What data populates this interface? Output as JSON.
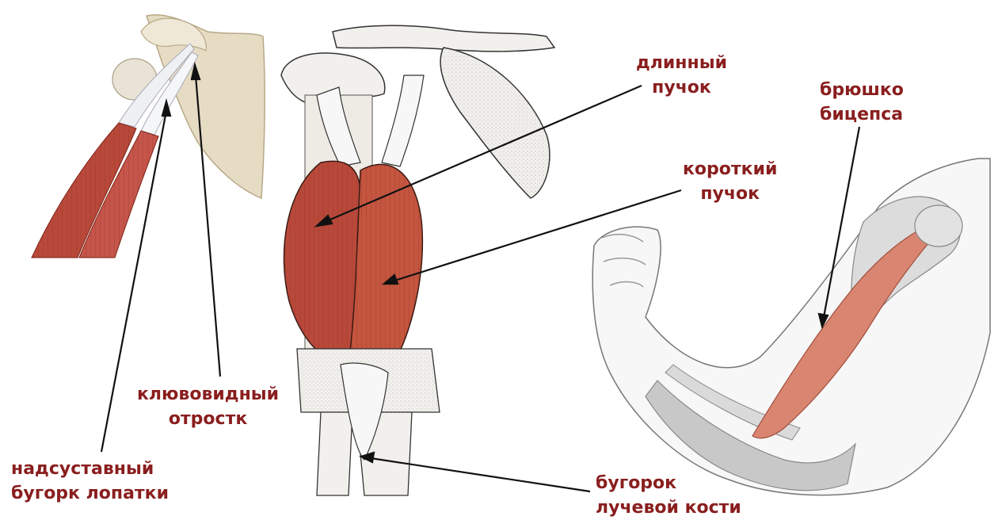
{
  "labels": {
    "supraglenoid": {
      "line1": "надсуставный",
      "line2": "бугорк лопатки"
    },
    "coracoid": {
      "line1": "клювовидный",
      "line2": "отростк"
    },
    "long_head": {
      "line1": "длинный",
      "line2": "пучок"
    },
    "short_head": {
      "line1": "короткий",
      "line2": "пучок"
    },
    "belly": {
      "line1": "брюшко",
      "line2": "бицепса"
    },
    "radial_tuberosity": {
      "line1": "бугорок",
      "line2": "лучевой кости"
    }
  },
  "colors": {
    "label_text": "#8a1e1e",
    "muscle": "#b8493a",
    "muscle_dark": "#7e2418",
    "bone": "#ece8df",
    "bone_outline": "#7a7a7a",
    "leader_line": "#111111"
  }
}
